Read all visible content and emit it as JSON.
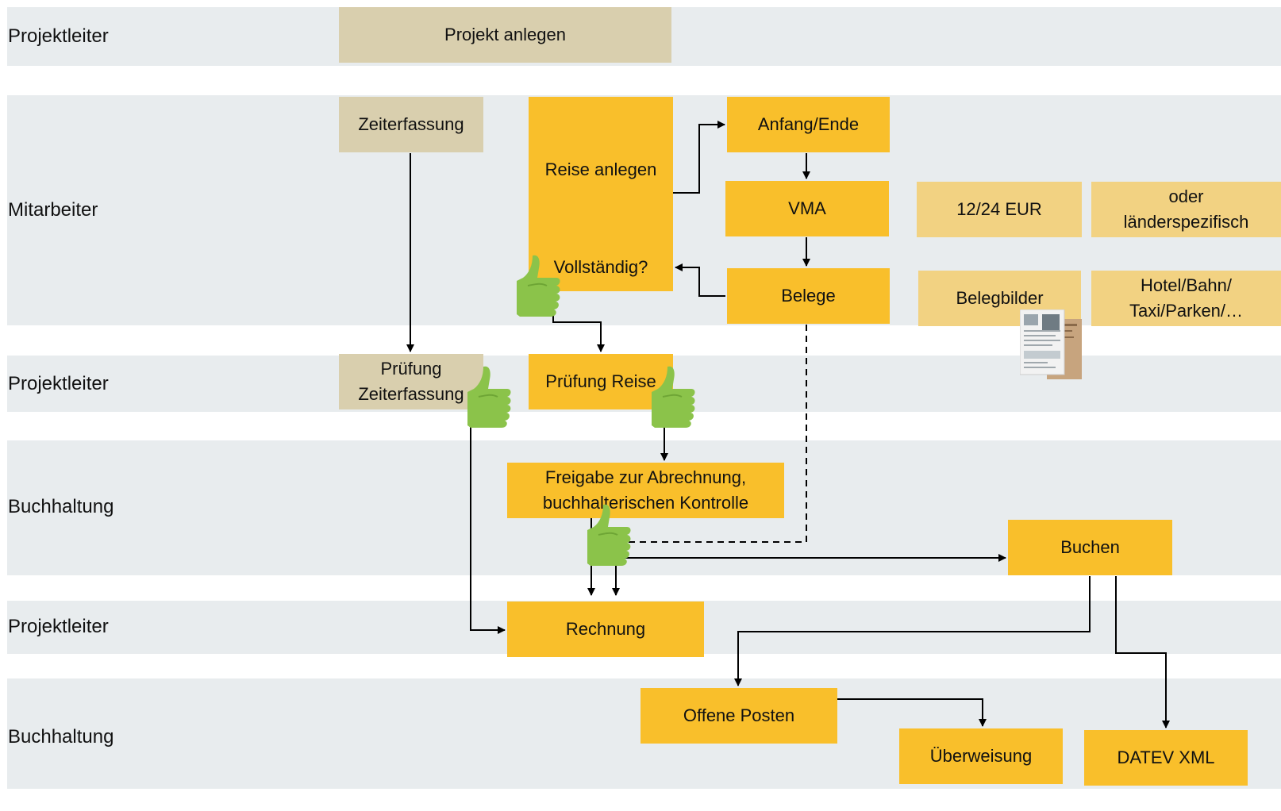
{
  "lanes": [
    {
      "label": "Projektleiter"
    },
    {
      "label": "Mitarbeiter"
    },
    {
      "label": "Projektleiter"
    },
    {
      "label": "Buchhaltung"
    },
    {
      "label": "Projektleiter"
    },
    {
      "label": "Buchhaltung"
    }
  ],
  "boxes": {
    "projekt_anlegen": "Projekt anlegen",
    "zeiterfassung": "Zeiterfassung",
    "reise_anlegen": "Reise anlegen",
    "vollstaendig": "Vollständig?",
    "anfang_ende": "Anfang/Ende",
    "vma": "VMA",
    "belege": "Belege",
    "eur": "12/24 EUR",
    "oder_line1": "oder",
    "oder_line2": "länderspezifisch",
    "belegbilder": "Belegbilder",
    "hotel_line1": "Hotel/Bahn/",
    "hotel_line2": "Taxi/Parken/…",
    "pruefung_zeit_line1": "Prüfung",
    "pruefung_zeit_line2": "Zeiterfassung",
    "pruefung_reise": "Prüfung Reise",
    "freigabe_line1": "Freigabe zur Abrechnung,",
    "freigabe_line2": "buchhalterischen Kontrolle",
    "buchen": "Buchen",
    "rechnung": "Rechnung",
    "offene_posten": "Offene Posten",
    "ueberweisung": "Überweisung",
    "datev": "DATEV XML"
  },
  "colors": {
    "lane_bg": "#e8ecee",
    "beige": "#d9cfae",
    "orange": "#f9bf2b",
    "light_orange": "#f2d282",
    "thumb": "#8bc34a"
  },
  "icons": [
    "thumbs-up-icon",
    "receipt-image"
  ]
}
